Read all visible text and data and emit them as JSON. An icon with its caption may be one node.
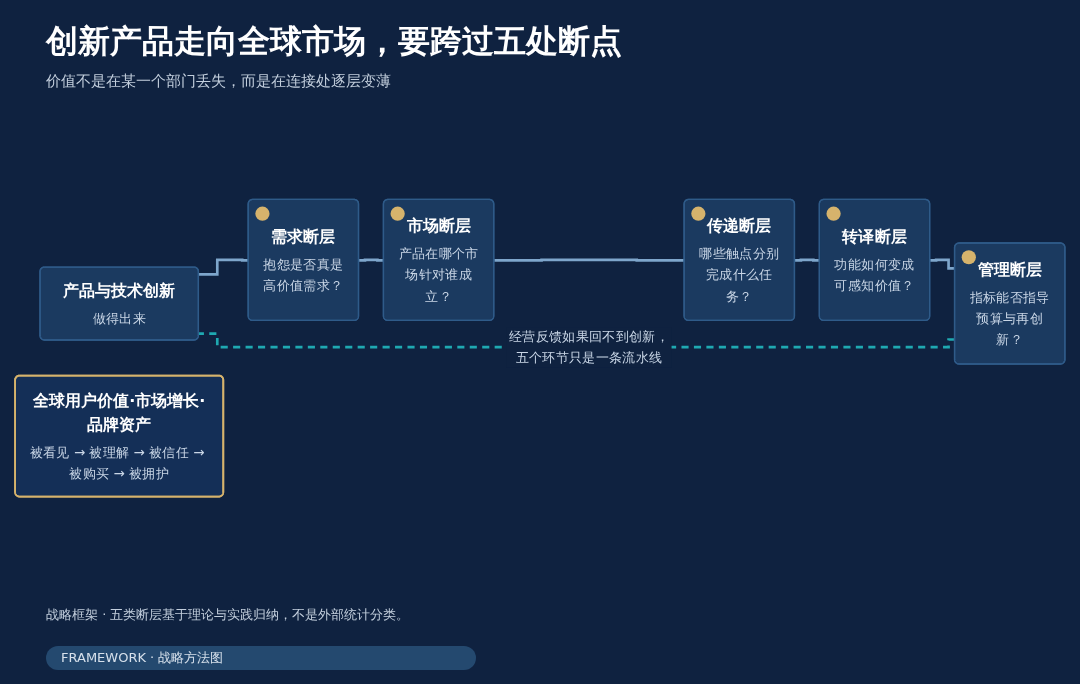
{
  "diagram": {
    "title": "创新产品走向全球市场，要跨过五处断点",
    "caption": "战略框架 · 五类断层基于理论与实践归纳，不是外部统计分类。",
    "nodes": [
      {
        "text": [
          "产品与技术创新",
          "做得出来"
        ]
      },
      {
        "text": [
          "需求断层",
          "抱怨是否真是高价值需求？"
        ]
      },
      {
        "text": [
          "市场断层",
          "产品在哪个市场针对谁成立？"
        ]
      },
      {
        "text": [
          "传递断层",
          "哪些触点分别完成什么任务？"
        ]
      },
      {
        "text": [
          "转译断层",
          "功能如何变成可感知价值？"
        ]
      },
      {
        "text": [
          "管理断层",
          "指标能否指导预算与再创新？"
        ]
      },
      {
        "text": [
          "全球用户价值·市场增长·品牌资产",
          "被看见 → 被理解 → 被信任 → 被购买 → 被拥护"
        ]
      }
    ],
    "edges": [
      {
        "from": 0,
        "to": 1,
        "arrow": "none"
      },
      {
        "from": 1,
        "to": 2,
        "arrow": "none"
      },
      {
        "from": 2,
        "to": 3,
        "arrow": "none"
      },
      {
        "from": 3,
        "to": 4,
        "arrow": "none"
      },
      {
        "from": 4,
        "to": 5,
        "arrow": "none"
      },
      {
        "from": 5,
        "to": 0,
        "arrow": "none",
        "style": "dashed",
        "color": "#1fa9b1",
        "label": "经营反馈如果回不到创新，五个环节只是一条流水线"
      }
    ],
    "labels": [
      "价值不是在某一个部门丢失，而是在连接处逐层变薄",
      "FRAMEWORK · 战略方法图"
    ]
  }
}
